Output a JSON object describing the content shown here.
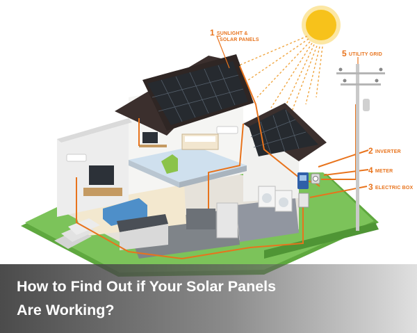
{
  "labels": [
    {
      "number": "1",
      "text_line1": "SUNLIGHT &",
      "text_line2": "SOLAR PANELS"
    },
    {
      "number": "5",
      "text": "UTILITY GRID"
    },
    {
      "number": "2",
      "text": "INVERTER"
    },
    {
      "number": "4",
      "text": "METER"
    },
    {
      "number": "3",
      "text": "ELECTRIC BOX"
    }
  ],
  "caption": {
    "line1": "How to Find Out if Your Solar Panels",
    "line2": "Are Working?"
  },
  "colors": {
    "accent": "#e8731c",
    "sun": "#f7c21b",
    "roof": "#3b2f2d",
    "panel": "#262a2f",
    "lawn": "#7cc35a",
    "floor": "#8a8f96"
  }
}
